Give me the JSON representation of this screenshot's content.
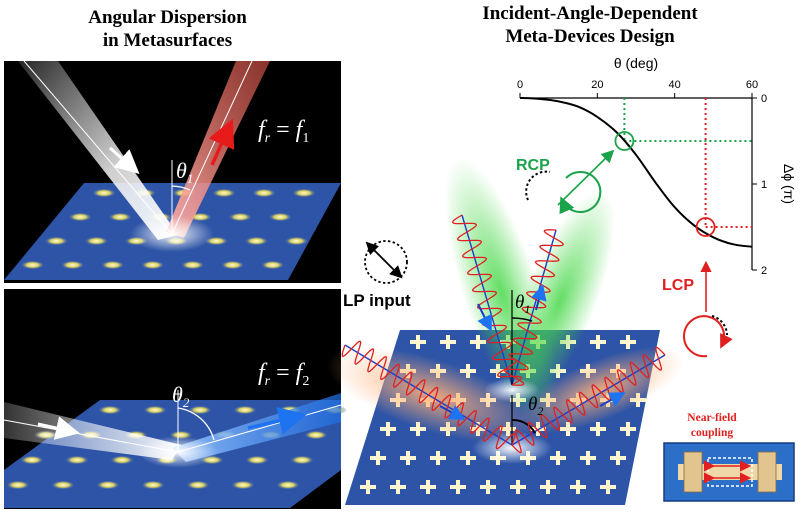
{
  "left_panel": {
    "title_line1": "Angular Dispersion",
    "title_line2": "in Metasurfaces",
    "top_case": {
      "fr": "f",
      "fr_sub": "r",
      "equals": "=",
      "f": "f",
      "f_sub": "1",
      "theta": "θ",
      "theta_sub": "1"
    },
    "bottom_case": {
      "fr": "f",
      "fr_sub": "r",
      "equals": "=",
      "f": "f",
      "f_sub": "2",
      "theta": "θ",
      "theta_sub": "2"
    }
  },
  "right_panel": {
    "title_line1": "Incident-Angle-Dependent",
    "title_line2": "Meta-Devices Design",
    "lp_input": "LP input",
    "rcp": "RCP",
    "lcp": "LCP",
    "theta1": "θ",
    "theta1_sub": "1",
    "theta2": "θ",
    "theta2_sub": "2",
    "inset_line1": "Near-field",
    "inset_line2": "coupling"
  },
  "chart_data": {
    "type": "line",
    "xlabel": "θ (deg)",
    "ylabel": "Δϕ (π)",
    "xlim": [
      0,
      60
    ],
    "ylim": [
      0,
      2
    ],
    "x_ticks": [
      0,
      20,
      40,
      60
    ],
    "y_ticks": [
      0,
      1,
      2
    ],
    "y_axis_inverted": true,
    "x": [
      0,
      5,
      10,
      15,
      20,
      25,
      30,
      35,
      40,
      45,
      50,
      55,
      60
    ],
    "series": [
      {
        "values": [
          0.0,
          0.01,
          0.04,
          0.1,
          0.22,
          0.4,
          0.66,
          0.98,
          1.27,
          1.48,
          1.62,
          1.7,
          1.73
        ]
      }
    ],
    "markers": [
      {
        "label": "RCP",
        "x": 27,
        "y": 0.5,
        "color": "#1aa34a"
      },
      {
        "label": "LCP",
        "x": 48,
        "y": 1.5,
        "color": "#e02020"
      }
    ],
    "colors": {
      "rcp": "#1aa34a",
      "lcp": "#e02020",
      "curve": "#000000"
    }
  }
}
